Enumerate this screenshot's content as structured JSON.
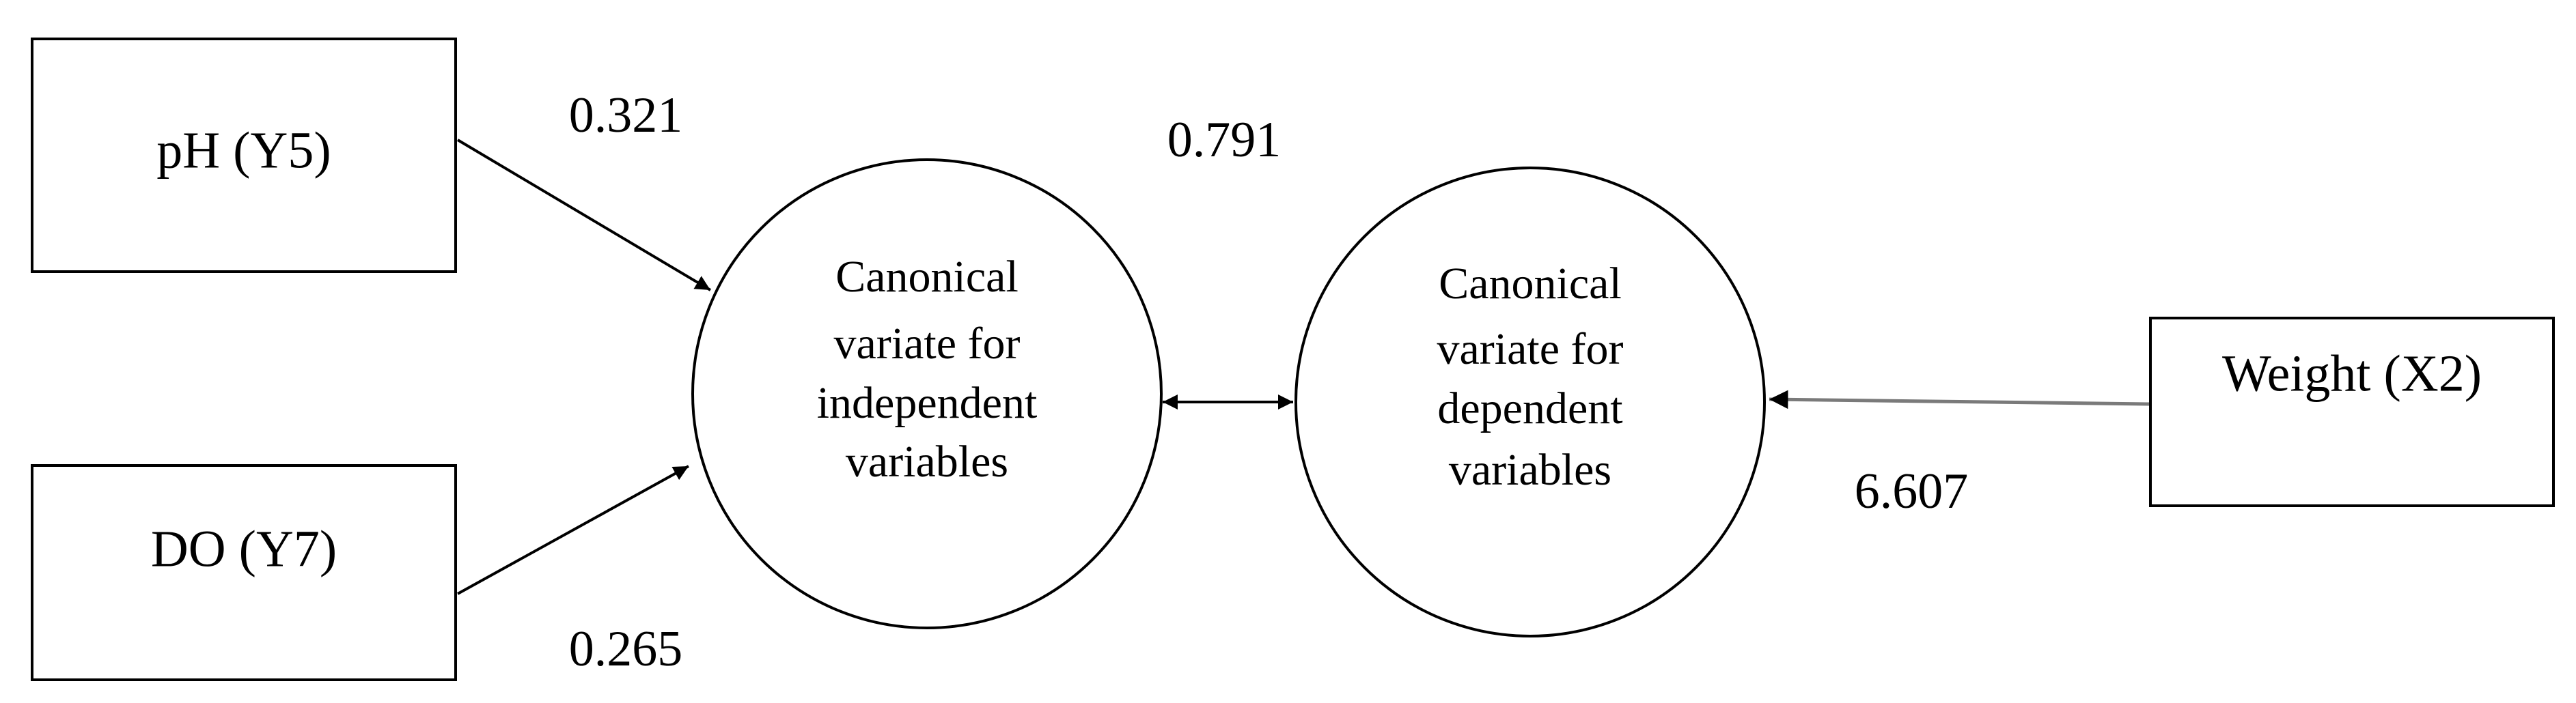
{
  "nodes": {
    "ph": {
      "label": "pH (Y5)"
    },
    "do": {
      "label": "DO (Y7)"
    },
    "weight": {
      "label": "Weight (X2)"
    },
    "independent": {
      "lines": [
        "Canonical",
        "variate for",
        "independent",
        "variables"
      ]
    },
    "dependent": {
      "lines": [
        "Canonical",
        "variate for",
        "dependent",
        "variables"
      ]
    }
  },
  "edges": {
    "ph_to_independent": {
      "label": "0.321"
    },
    "do_to_independent": {
      "label": "0.265"
    },
    "canonical_correlation": {
      "label": "0.791"
    },
    "weight_to_dependent": {
      "label": "6.607"
    }
  }
}
